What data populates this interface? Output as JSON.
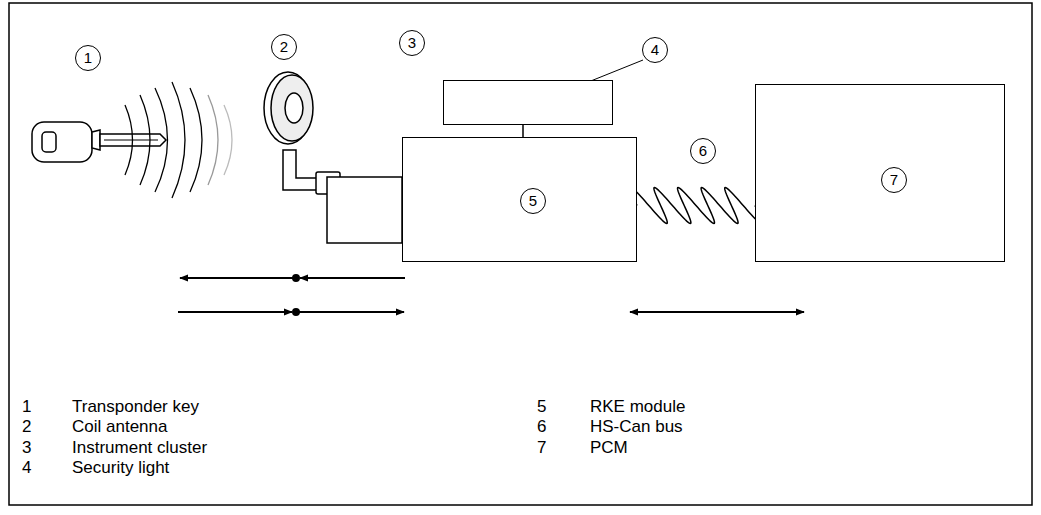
{
  "diagram": {
    "nodes": [
      {
        "text": [
          "3"
        ]
      },
      {
        "text": [
          "5"
        ]
      },
      {
        "text": [
          "7"
        ]
      }
    ],
    "edges": [
      {
        "from": 0,
        "to": 1,
        "arrow": "none"
      },
      {
        "from": 1,
        "to": 2,
        "arrow": "none"
      }
    ],
    "labels": [
      "1",
      "2",
      "4",
      "6",
      "1",
      "Transponder key",
      "2",
      "Coil antenna",
      "3",
      "Instrument cluster",
      "4",
      "Security light",
      "5",
      "RKE module",
      "6",
      "HS-Can bus",
      "7",
      "PCM"
    ]
  }
}
